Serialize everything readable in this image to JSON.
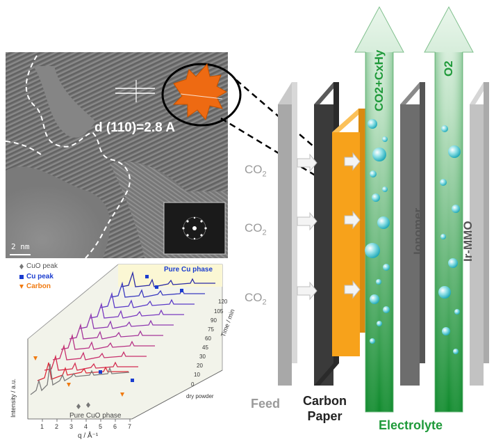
{
  "tem": {
    "lattice_label": "d (110)=2.8 A",
    "scale_bar": "2 nm"
  },
  "cell": {
    "co2_inputs": [
      "CO",
      "CO",
      "CO"
    ],
    "co2_subscript": "2",
    "layers": {
      "feed": "Feed",
      "carbon_paper_line1": "Carbon",
      "carbon_paper_line2": "Paper",
      "ionomer": "Ionomer",
      "anode": "Ir-MMO",
      "electrolyte": "Electrolyte"
    },
    "cathode_product": "CO2+CxHy",
    "anode_product": "O2",
    "colors": {
      "feed": "#9a9a9a",
      "carbon_paper": "#3a3a3a",
      "catalyst": "#f7a21b",
      "electrolyte": "#1f9a3a",
      "ionomer": "#6d6d6d",
      "anode": "#bdbdbd"
    }
  },
  "xrd": {
    "legend": [
      {
        "label": "CuO peak",
        "color": "#777777",
        "symbol": "diamond"
      },
      {
        "label": "Cu peak",
        "color": "#1a3ccf",
        "symbol": "square"
      },
      {
        "label": "Carbon",
        "color": "#f07a10",
        "symbol": "triangle"
      }
    ],
    "top_phase": "Pure Cu phase",
    "bottom_phase": "Pure CuO phase",
    "x_axis_label": "q / Å⁻¹",
    "y_axis_label": "Intensity / a.u.",
    "z_axis_label": "Time / min",
    "x_ticks": [
      "1",
      "2",
      "3",
      "4",
      "5",
      "6",
      "7"
    ],
    "time_ticks": [
      "120",
      "105",
      "90",
      "75",
      "60",
      "45",
      "30",
      "20",
      "10",
      "0",
      "dry powder"
    ]
  }
}
